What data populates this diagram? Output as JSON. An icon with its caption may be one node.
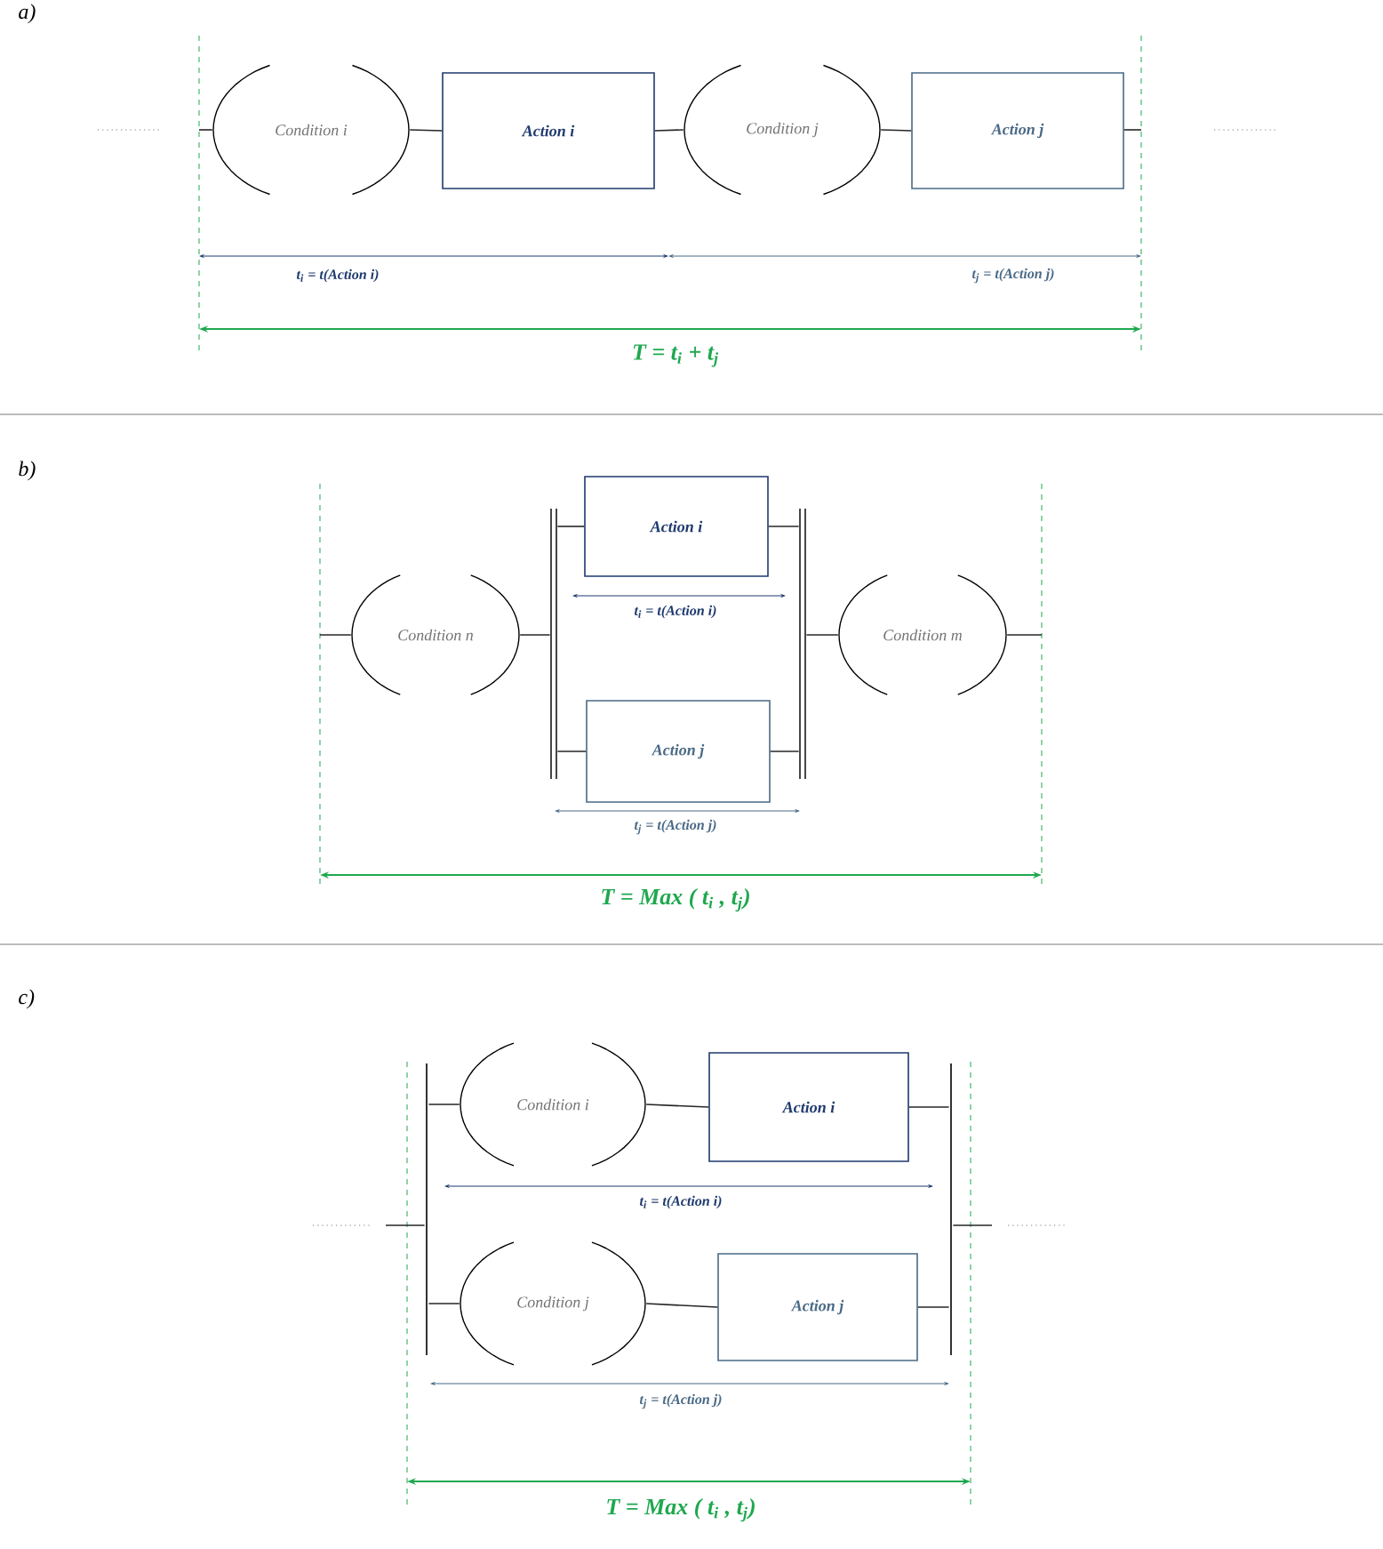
{
  "diagram": {
    "nodes": [
      {
        "text": [
          "Condition i"
        ]
      },
      {
        "text": [
          "Action i"
        ]
      },
      {
        "text": [
          "Condition j"
        ]
      },
      {
        "text": [
          "Action j"
        ]
      },
      {
        "text": [
          "Condition n"
        ]
      },
      {
        "text": [],
        "shape": "bar"
      },
      {
        "text": [
          "Action i"
        ]
      },
      {
        "text": [
          "Action j"
        ]
      },
      {
        "text": [],
        "shape": "bar"
      },
      {
        "text": [
          "Condition m"
        ]
      },
      {
        "text": [],
        "shape": "bar"
      },
      {
        "text": [
          "Condition i"
        ]
      },
      {
        "text": [
          "Action i"
        ]
      },
      {
        "text": [
          "Condition j"
        ]
      },
      {
        "text": [
          "Action j"
        ]
      },
      {
        "text": [],
        "shape": "bar"
      }
    ],
    "edges": [
      {
        "from": null,
        "to": 0,
        "arrow": "none"
      },
      {
        "from": 0,
        "to": 1,
        "arrow": "none"
      },
      {
        "from": 1,
        "to": 2,
        "arrow": "none"
      },
      {
        "from": 2,
        "to": 3,
        "arrow": "none"
      },
      {
        "from": 3,
        "to": null,
        "arrow": "none"
      },
      {
        "from": null,
        "to": 4,
        "arrow": "none"
      },
      {
        "from": 4,
        "to": 5,
        "arrow": "none"
      },
      {
        "from": 5,
        "to": 6,
        "arrow": "none"
      },
      {
        "from": 5,
        "to": 7,
        "arrow": "none"
      },
      {
        "from": 6,
        "to": 8,
        "arrow": "none"
      },
      {
        "from": 7,
        "to": 8,
        "arrow": "none"
      },
      {
        "from": 8,
        "to": 9,
        "arrow": "none"
      },
      {
        "from": 9,
        "to": null,
        "arrow": "none"
      },
      {
        "from": null,
        "to": 10,
        "arrow": "none"
      },
      {
        "from": 10,
        "to": 11,
        "arrow": "none"
      },
      {
        "from": 11,
        "to": 12,
        "arrow": "none"
      },
      {
        "from": 12,
        "to": 15,
        "arrow": "none"
      },
      {
        "from": 10,
        "to": 13,
        "arrow": "none"
      },
      {
        "from": 13,
        "to": 14,
        "arrow": "none"
      },
      {
        "from": 14,
        "to": 15,
        "arrow": "none"
      },
      {
        "from": 15,
        "to": null,
        "arrow": "none"
      }
    ],
    "labels": [
      "a)",
      "t$_{i}$ = t(Action i)",
      "t$_{j}$ = t(Action j)",
      "T  =  t$_{i}$  +  t$_{j}$",
      "b)",
      "t$_{i}$ = t(Action i)",
      "t$_{j}$ = t(Action j)",
      "T  = Max ( t$_{i}$ , t$_{j}$)",
      "c)",
      "t$_{i}$ = t(Action i)",
      "t$_{j}$ = t(Action j)",
      "T  = Max ( t$_{i}$ , t$_{j}$)"
    ]
  }
}
